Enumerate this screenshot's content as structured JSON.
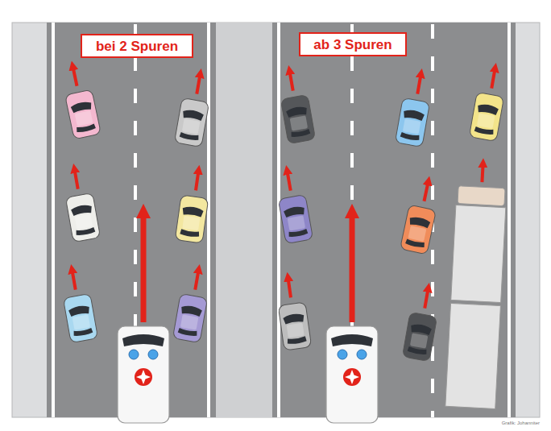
{
  "diagram": {
    "nodes": [
      {
        "text": [
          "bei 2 Spuren"
        ]
      },
      {
        "text": [
          "ab 3 Spuren"
        ]
      }
    ],
    "labels": [
      "Grafik: Johanniter"
    ]
  }
}
